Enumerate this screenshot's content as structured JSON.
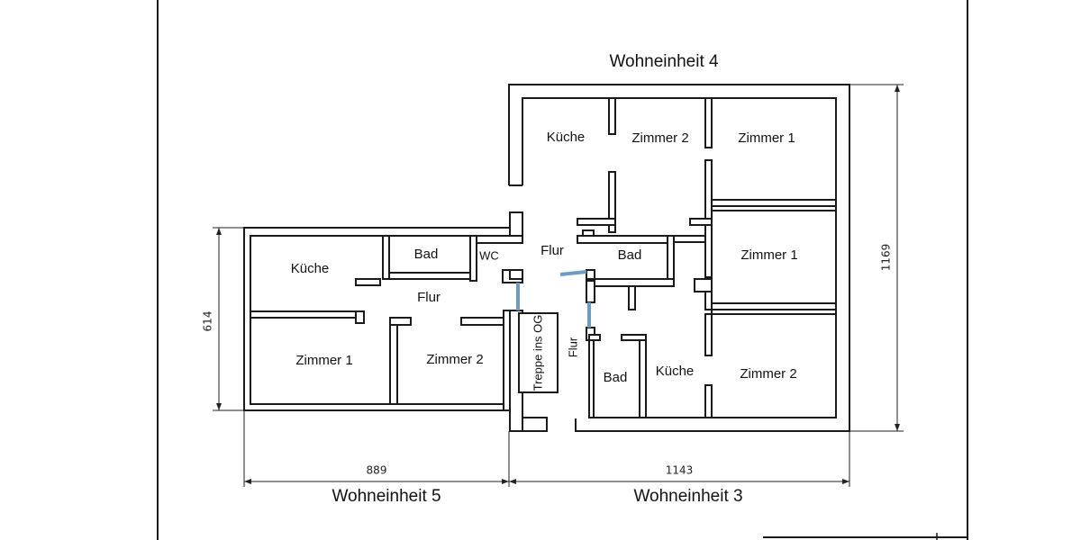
{
  "units": {
    "wohneinheit_4": "Wohneinheit 4",
    "wohneinheit_5": "Wohneinheit 5",
    "wohneinheit_3": "Wohneinheit 3"
  },
  "rooms": {
    "we4_kueche": "Küche",
    "we4_zimmer2": "Zimmer 2",
    "we4_zimmer1": "Zimmer 1",
    "center_flur": "Flur",
    "center_bad": "Bad",
    "center_wc": "WC",
    "we3_zimmer1": "Zimmer 1",
    "we5_kueche": "Küche",
    "we5_bad": "Bad",
    "we5_flur": "Flur",
    "we5_zimmer1": "Zimmer 1",
    "we5_zimmer2": "Zimmer 2",
    "treppe": "Treppe ins OG",
    "we3_flur": "Flur",
    "we3_bad": "Bad",
    "we3_kueche": "Küche",
    "we3_zimmer2": "Zimmer 2"
  },
  "dimensions": {
    "right_height": "1169",
    "left_height": "614",
    "bottom_left_width": "889",
    "bottom_right_width": "1143"
  }
}
